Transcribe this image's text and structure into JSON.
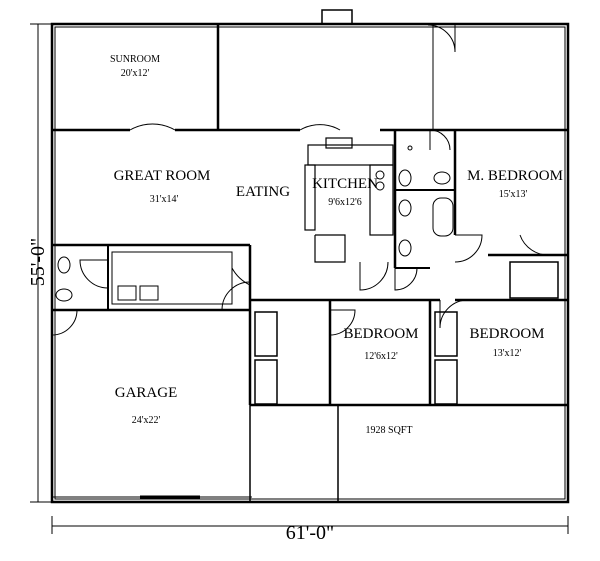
{
  "dimensions": {
    "width": "61'-0\"",
    "depth": "55'-0\""
  },
  "total_area": "1928 SQFT",
  "rooms": {
    "sunroom": {
      "name": "SUNROOM",
      "size": "20'x12'"
    },
    "great_room": {
      "name": "GREAT ROOM",
      "size": "31'x14'"
    },
    "eating": {
      "name": "EATING"
    },
    "kitchen": {
      "name": "KITCHEN",
      "size": "9'6x12'6"
    },
    "master": {
      "name": "M. BEDROOM",
      "size": "15'x13'"
    },
    "bedroom2": {
      "name": "BEDROOM",
      "size": "12'6x12'"
    },
    "bedroom3": {
      "name": "BEDROOM",
      "size": "13'x12'"
    },
    "garage": {
      "name": "GARAGE",
      "size": "24'x22'"
    }
  }
}
